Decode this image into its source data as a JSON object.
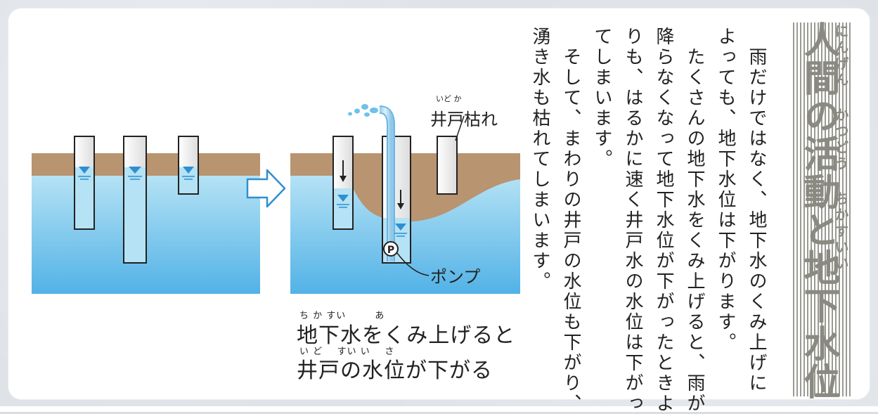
{
  "title": {
    "main": "人間の活動と地下水位",
    "ruby": "にんげん かつどう ちかすいい"
  },
  "diagram": {
    "label_well_dry": "井戸枯れ",
    "label_well_dry_ruby": "いど か",
    "label_pump": "ポンプ",
    "pump_symbol": "P",
    "caption_line1": "地下水をくみ上げると",
    "caption_line1_ruby": "ち か すい        あ",
    "caption_line2": "井戸の水位が下がる",
    "caption_line2_ruby": "い ど    すい い    さ"
  },
  "body_text": {
    "columns": [
      "　雨だけではなく、地下水のくみ上げに",
      "よっても、地下水位は下がります。",
      "　たくさんの地下水をくみ上げると、雨が",
      "降らなくなって地下水位が下がったときよ",
      "りも、はるかに速く井戸水の水位は下がっ",
      "てしまいます。",
      "　そして、まわりの井戸の水位も下がり、",
      "湧き水も枯れてしまいます。"
    ]
  },
  "colors": {
    "soil": "#b89470",
    "water_top": "#b5e2f5",
    "water_bottom": "#52b2e6",
    "marker": "#2f8fd0",
    "title_gray": "#8a8a82"
  }
}
